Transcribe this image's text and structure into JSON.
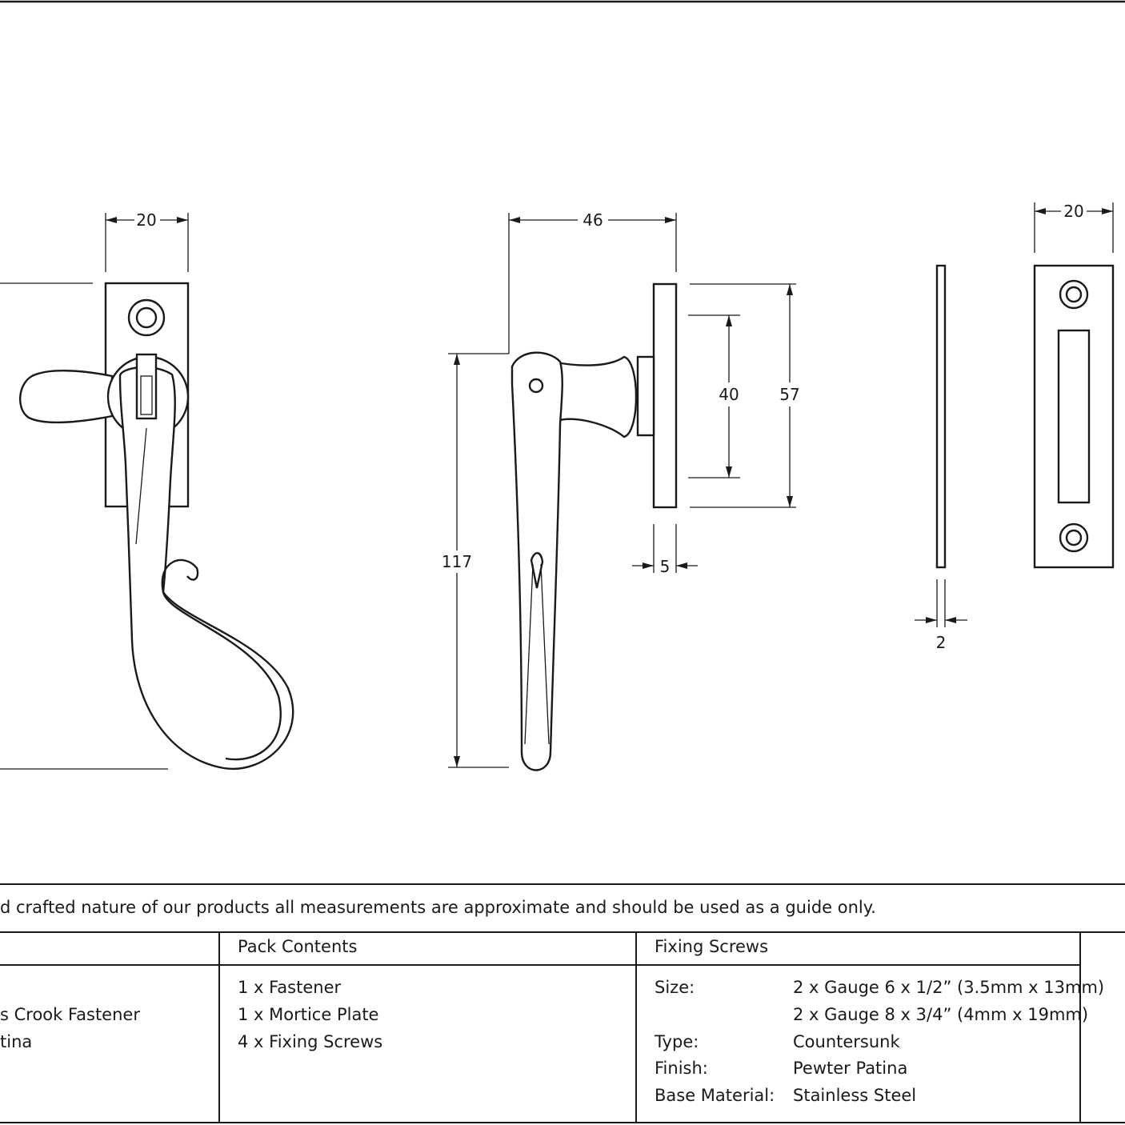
{
  "dimensions": {
    "handle_front_width": "20",
    "handle_side_projection": "46",
    "handle_height": "117",
    "backplate_fixing_centres": "40",
    "backplate_height": "57",
    "backplate_thickness": "5",
    "mortice_plate_thickness": "2",
    "mortice_plate_width": "20"
  },
  "disclaimer": "d crafted nature of our products all measurements are approximate and should be used as a guide only.",
  "table": {
    "product_cells": [
      "s Crook Fastener",
      "tina"
    ],
    "pack_contents": {
      "header": "Pack Contents",
      "items": [
        "1 x Fastener",
        "1 x Mortice Plate",
        "4 x Fixing Screws"
      ]
    },
    "fixing_screws": {
      "header": "Fixing Screws",
      "rows": [
        {
          "label": "Size:",
          "value": "2 x Gauge 6 x 1/2” (3.5mm x 13mm)"
        },
        {
          "label": "",
          "value": "2 x Gauge 8 x 3/4” (4mm x 19mm)"
        },
        {
          "label": "Type:",
          "value": "Countersunk"
        },
        {
          "label": "Finish:",
          "value": "Pewter Patina"
        },
        {
          "label": "Base Material:",
          "value": "Stainless Steel"
        }
      ]
    }
  }
}
